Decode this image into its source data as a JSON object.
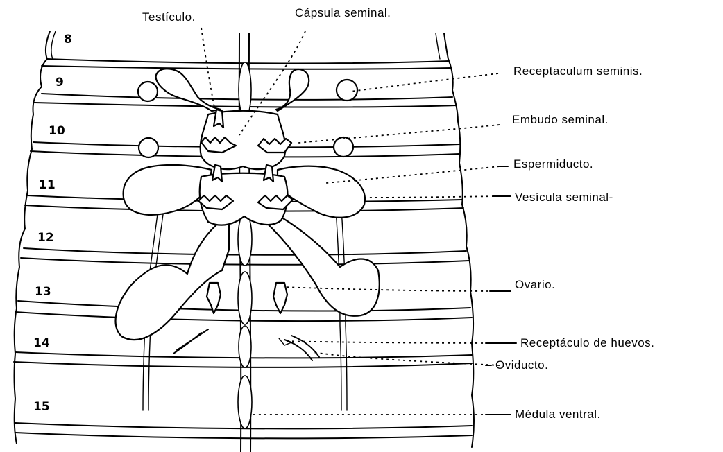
{
  "labels": {
    "testiculo": "Testículo.",
    "capsula_seminal": "Cápsula seminal.",
    "receptaculum_seminis": "Receptaculum seminis.",
    "embudo_seminal": "Embudo seminal.",
    "espermiducto": "Espermiducto.",
    "vesicula_seminal": "Vesícula seminal-",
    "ovario": "Ovario.",
    "receptaculo_huevos": "Receptáculo de huevos.",
    "oviducto": "Oviducto.",
    "medula_ventral": "Médula ventral."
  },
  "segments": [
    "8",
    "9",
    "10",
    "11",
    "12",
    "13",
    "14",
    "15"
  ],
  "colors": {
    "ink": "#000000",
    "paper": "#ffffff"
  }
}
